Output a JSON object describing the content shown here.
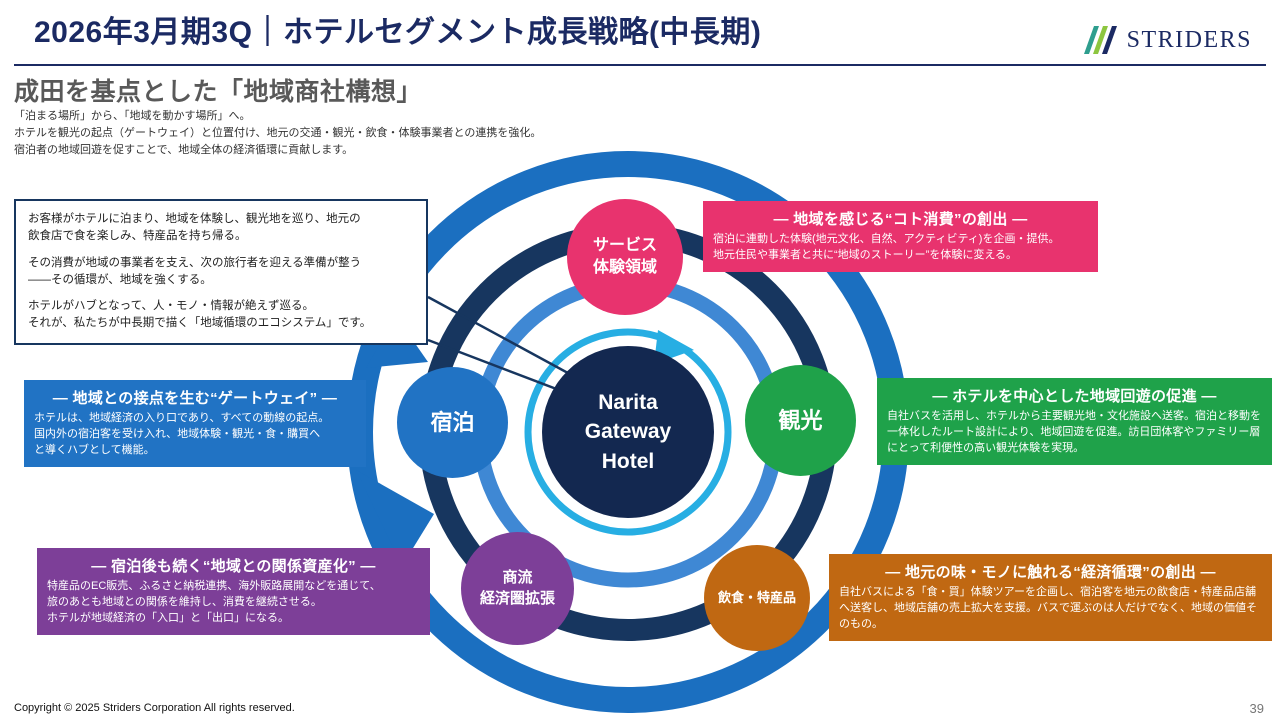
{
  "header": {
    "title": "2026年3月期3Q｜ホテルセグメント成長戦略(中長期)",
    "logo_text": "STRIDERS"
  },
  "intro": {
    "heading": "成田を基点とした「地域商社構想」",
    "line1": "「泊まる場所」から、「地域を動かす場所」へ。",
    "line2": "ホテルを観光の起点（ゲートウェイ）と位置付け、地元の交通・観光・飲食・体験事業者との連携を強化。",
    "line3": "宿泊者の地域回遊を促すことで、地域全体の経済循環に貢献します。"
  },
  "callout": {
    "p1": "お客様がホテルに泊まり、地域を体験し、観光地を巡り、地元の\n飲食店で食を楽しみ、特産品を持ち帰る。",
    "p2": "その消費が地域の事業者を支え、次の旅行者を迎える準備が整う\n——その循環が、地域を強くする。",
    "p3": "ホテルがハブとなって、人・モノ・情報が絶えず巡る。\nそれが、私たちが中長期で描く「地域循環のエコシステム」です。"
  },
  "center": {
    "label": "Narita\nGateway\nHotel"
  },
  "nodes": {
    "service": {
      "label": "サービス\n体験領域"
    },
    "lodging": {
      "label": "宿泊"
    },
    "tourism": {
      "label": "観光"
    },
    "commerce": {
      "label": "商流\n経済圏拡張"
    },
    "food": {
      "label": "飲食・特産品"
    }
  },
  "panels": {
    "koto": {
      "title": "― 地域を感じる“コト消費”の創出 ―",
      "body": "宿泊に連動した体験(地元文化、自然、アクティビティ)を企画・提供。\n地元住民や事業者と共に“地域のストーリー”を体験に変える。"
    },
    "gateway": {
      "title": "― 地域との接点を生む“ゲートウェイ” ―",
      "body": "ホテルは、地域経済の入り口であり、すべての動線の起点。\n国内外の宿泊客を受け入れ、地域体験・観光・食・購買へ\nと導くハブとして機能。"
    },
    "kaiyu": {
      "title": "― ホテルを中心とした地域回遊の促進 ―",
      "body": "自社バスを活用し、ホテルから主要観光地・文化施設へ送客。宿泊と移動を一体化したルート設計により、地域回遊を促進。訪日団体客やファミリー層にとって利便性の高い観光体験を実現。"
    },
    "kankei": {
      "title": "― 宿泊後も続く“地域との関係資産化” ―",
      "body": "特産品のEC販売、ふるさと納税連携、海外販路展開などを通じて、\n旅のあとも地域との関係を維持し、消費を継続させる。\nホテルが地域経済の「入口」と「出口」になる。"
    },
    "keizai": {
      "title": "― 地元の味・モノに触れる“経済循環”の創出 ―",
      "body": "自社バスによる「食・買」体験ツアーを企画し、宿泊客を地元の飲食店・特産品店舗へ送客し、地域店舗の売上拡大を支援。バスで運ぶのは人だけでなく、地域の価値そのもの。"
    }
  },
  "footer": {
    "copyright": "Copyright © 2025 Striders Corporation All rights reserved.",
    "page": "39"
  },
  "colors": {
    "navy": "#1b2a63",
    "center_navy": "#132850",
    "ring_outer_blue": "#1b6fc0",
    "ring_dark_navy": "#17365f",
    "ring_mid_blue": "#3f88d4",
    "ring_cyan": "#27aee3",
    "pink": "#e8336e",
    "blue": "#2173c4",
    "green": "#1fa24a",
    "purple": "#7d3f98",
    "orange": "#c06812"
  }
}
